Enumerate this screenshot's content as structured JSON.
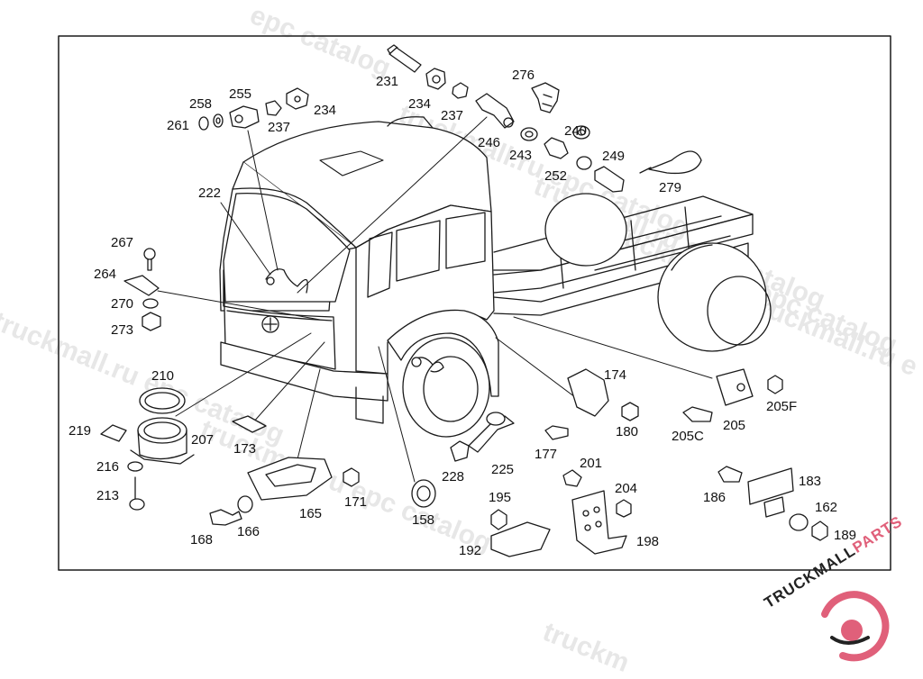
{
  "watermarks": {
    "w1": "epc catalog",
    "w2": "truckmall.ru epc catalog",
    "w3": "truckmall.ru epc catalog",
    "w4": "truckmall.ru epc catalog",
    "w5": "truckmall.ru epc catalog",
    "w6": "truckmall.ru epc catalog",
    "w7": "truckmall.ru e",
    "w8": "truckm"
  },
  "labels": {
    "p231": "231",
    "p234a": "234",
    "p237a": "237",
    "p276": "276",
    "p246": "246",
    "p243": "243",
    "p240": "240",
    "p252": "252",
    "p249": "249",
    "p279": "279",
    "p258": "258",
    "p255": "255",
    "p261": "261",
    "p237b": "237",
    "p234b": "234",
    "p222": "222",
    "p267": "267",
    "p264": "264",
    "p270": "270",
    "p273": "273",
    "p210": "210",
    "p219": "219",
    "p207": "207",
    "p216": "216",
    "p213": "213",
    "p173": "173",
    "p174": "174",
    "p180": "180",
    "p177": "177",
    "p205": "205",
    "p205F": "205F",
    "p205C": "205C",
    "p228": "228",
    "p225": "225",
    "p201": "201",
    "p204": "204",
    "p183": "183",
    "p186": "186",
    "p162": "162",
    "p189": "189",
    "p171": "171",
    "p165": "165",
    "p168": "168",
    "p166": "166",
    "p158": "158",
    "p195": "195",
    "p192": "192",
    "p198": "198"
  },
  "logo": {
    "brand_main": "TRUCKMALL",
    "brand_accent": "PARTS",
    "accent_color": "#e0607a",
    "dark_color": "#222222"
  }
}
